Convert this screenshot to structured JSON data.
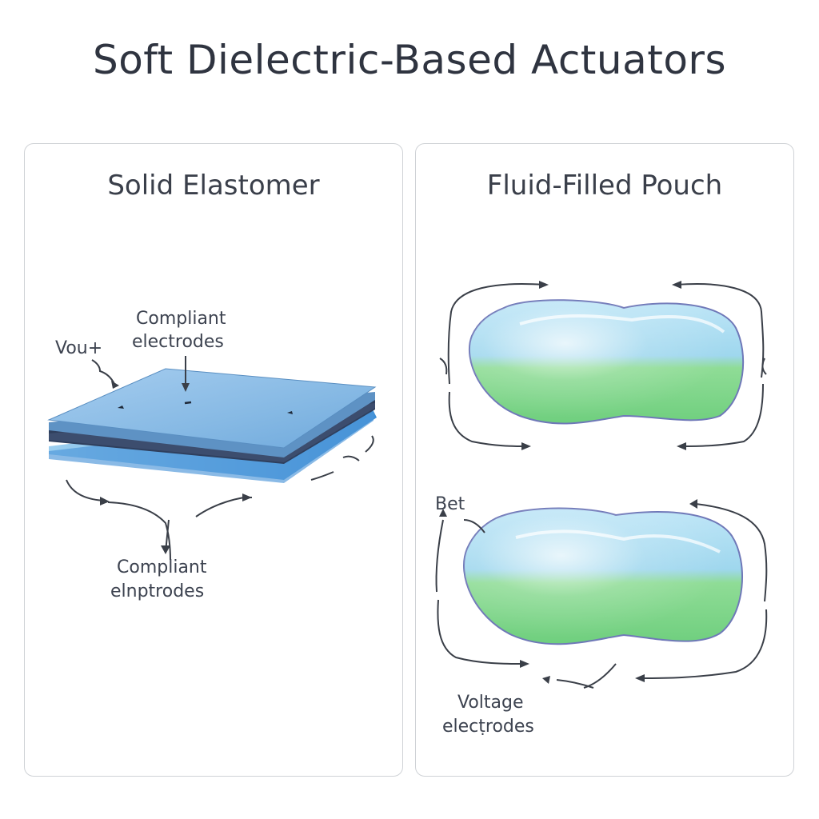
{
  "title": "Soft Dielectric-Based Actuators",
  "colors": {
    "panel_border": "#cfd2d6",
    "elastomer_blue": "#7fb6e3",
    "elastomer_dark": "#2d3f5e",
    "fluid_blue": "#a9d8f0",
    "fluid_green": "#8fdc96",
    "arrow": "#3a3f48"
  },
  "panels": {
    "solid": {
      "title": "Solid Elastomer",
      "label_top_line1": "Compliant",
      "label_top_line2": "electrodes",
      "label_vout": "Vou+",
      "label_bottom_line1": "Compliant",
      "label_bottom_line2": "elnptrodes"
    },
    "fluid": {
      "title": "Fluid-Filled Pouch",
      "label_bet": "Bet",
      "label_bottom_line1": "Voltage",
      "label_bottom_line2": "elecṭrodes"
    }
  }
}
